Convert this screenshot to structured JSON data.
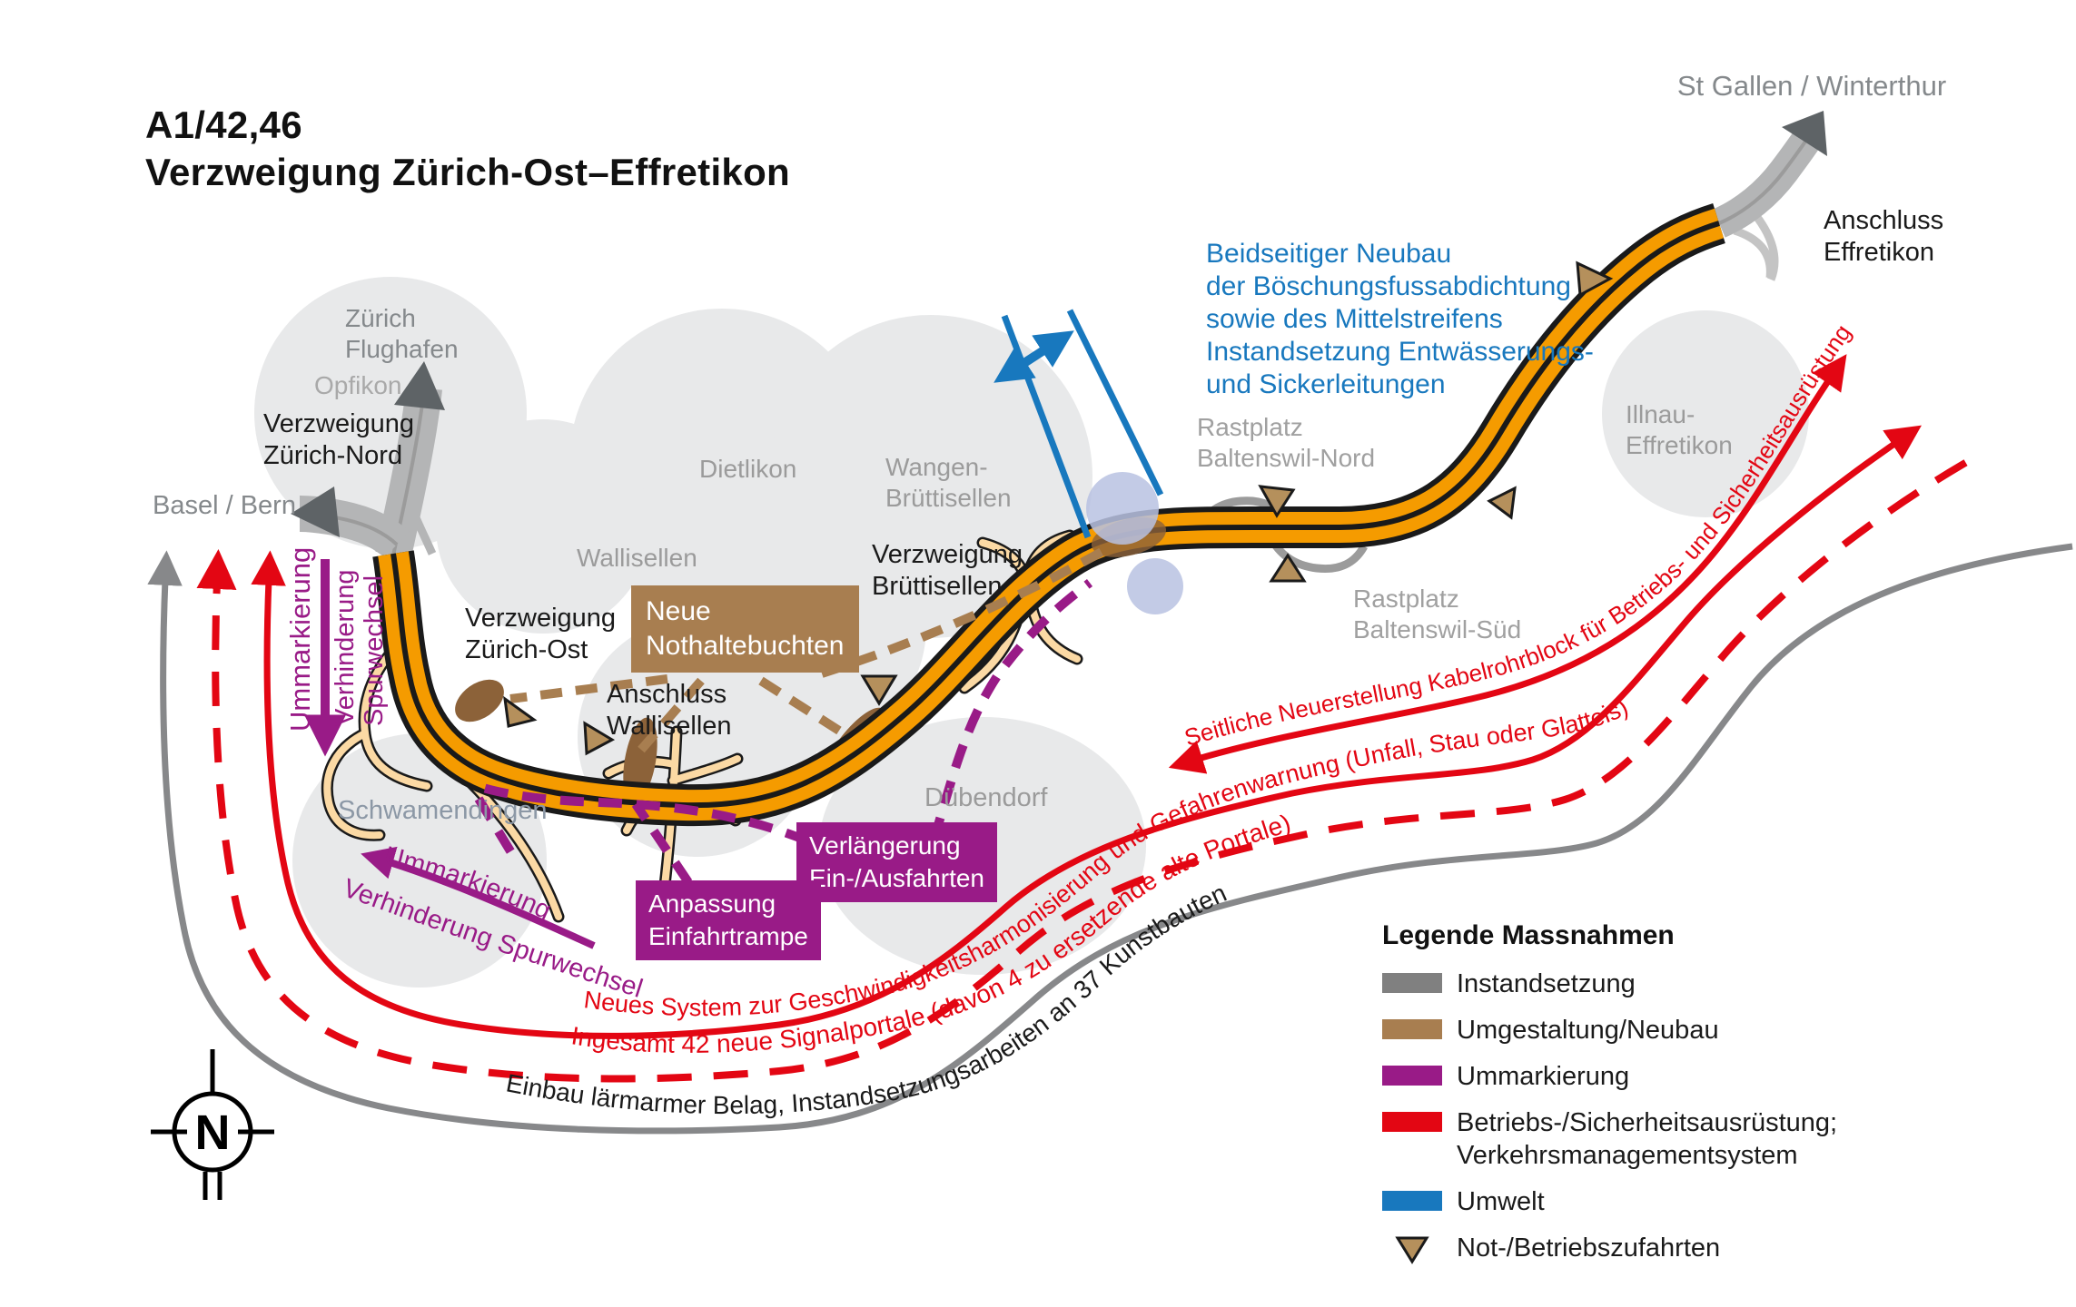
{
  "title": "A1/42,46\nVerzweigung Zürich-Ost–Effretikon",
  "destinations": {
    "st_gallen": "St Gallen / Winterthur",
    "basel_bern": "Basel / Bern",
    "zurich_flughafen": "Zürich\nFlughafen"
  },
  "places": {
    "opfikon": "Opfikon",
    "dietlikon": "Dietlikon",
    "wallisellen": "Wallisellen",
    "wangen": "Wangen-\nBrüttisellen",
    "schwamendingen": "Schwamendingen",
    "duebendorf": "Dübendorf",
    "illnau": "Illnau-\nEffretikon",
    "rastplatz_nord": "Rastplatz\nBaltenswil-Nord",
    "rastplatz_sued": "Rastplatz\nBaltenswil-Süd"
  },
  "junctions": {
    "verzweigung_zurich_nord": "Verzweigung\nZürich-Nord",
    "verzweigung_zurich_ost": "Verzweigung\nZürich-Ost",
    "verzweigung_bruttisellen": "Verzweigung\nBrüttisellen",
    "anschluss_wallisellen": "Anschluss\nWallisellen",
    "anschluss_effretikon": "Anschluss\nEffretikon"
  },
  "measures": {
    "umwelt_note": "Beidseitiger Neubau\nder Böschungsfussabdichtung\nsowie des Mittelstreifens\nInstandsetzung Entwässerungs-\nund Sickerleitungen",
    "nothaltebuchten": "Neue\nNothaltebuchten",
    "verlaengerung": "Verlängerung\nEin-/Ausfahrten",
    "anpassung": "Anpassung\nEinfahrtrampe",
    "ummarkierung_vertical": "Ummarkierung",
    "verhinderung_vertical": "Verhinderung\nSpurwechsel",
    "ummarkierung_curved": "Ummarkierung",
    "verhinderung_curved": "Verhinderung Spurwechsel",
    "kabelrohrblock": "Seitliche Neuerstellung Kabelrohrblock für Betriebs- und Sicherheitsausrüstung",
    "geschwindigkeit": "Neues System zur Geschwindigkeitsharmonisierung und Gefahrenwarnung (Unfall, Stau oder Glatteis)",
    "signalportale": "Ingesamt 42 neue Signalportale (davon 4 zu ersetzende alte Portale)",
    "belag": "Einbau lärmarmer Belag, Instandsetzungsarbeiten an 37 Kunstbauten"
  },
  "legend": {
    "title": "Legende Massnahmen",
    "items": [
      {
        "label": "Instandsetzung",
        "color": "#808080"
      },
      {
        "label": "Umgestaltung/Neubau",
        "color": "#A87E50"
      },
      {
        "label": "Ummarkierung",
        "color": "#991B87"
      },
      {
        "label": "Betriebs-/Sicherheitsausrüstung;\nVerkehrsmanagementsystem",
        "color": "#E30613"
      },
      {
        "label": "Umwelt",
        "color": "#1878BE"
      },
      {
        "label": "Not-/Betriebszufahrten",
        "color": "#B5905C",
        "icon": "triangle-down"
      }
    ]
  },
  "compass": {
    "label": "N"
  },
  "colors": {
    "road_orange": "#F59B00",
    "road_casing": "#1A1A1A",
    "ramp_peach": "#FBD9A4",
    "gray_road": "#B4B5B6",
    "town_circle": "#E8E9EA",
    "lavender": "#B9C2E2",
    "red": "#E30613",
    "purple": "#991B87",
    "blue": "#1878BE",
    "brown": "#A87E50",
    "gray_line": "#87888A"
  }
}
